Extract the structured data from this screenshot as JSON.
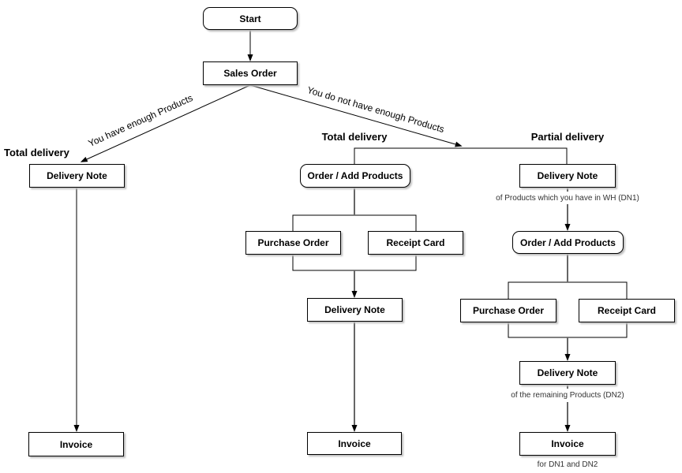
{
  "diagram": {
    "nodes": {
      "start": "Start",
      "sales_order": "Sales Order",
      "left_delivery_note": "Delivery Note",
      "left_invoice": "Invoice",
      "mid_order_add": "Order / Add Products",
      "mid_purchase_order": "Purchase Order",
      "mid_receipt_card": "Receipt Card",
      "mid_delivery_note": "Delivery Note",
      "mid_invoice": "Invoice",
      "right_delivery_note_1": "Delivery Note",
      "right_order_add": "Order / Add Products",
      "right_purchase_order": "Purchase Order",
      "right_receipt_card": "Receipt Card",
      "right_delivery_note_2": "Delivery Note",
      "right_invoice": "Invoice"
    },
    "edge_labels": {
      "have_enough": "You have enough Products",
      "not_enough": "You do not have enough Products"
    },
    "branch_labels": {
      "left": "Total delivery",
      "middle": "Total delivery",
      "right": "Partial delivery"
    },
    "annotations": {
      "dn1": "of Products which you have in WH (DN1)",
      "dn2": "of the remaining Products (DN2)",
      "invoice_note": "for DN1 and DN2"
    },
    "colors": {
      "box_border": "#000000",
      "box_fill": "#ffffff",
      "arrow": "#000000",
      "connector": "#666666",
      "shadow": "#bdbdbd"
    }
  }
}
